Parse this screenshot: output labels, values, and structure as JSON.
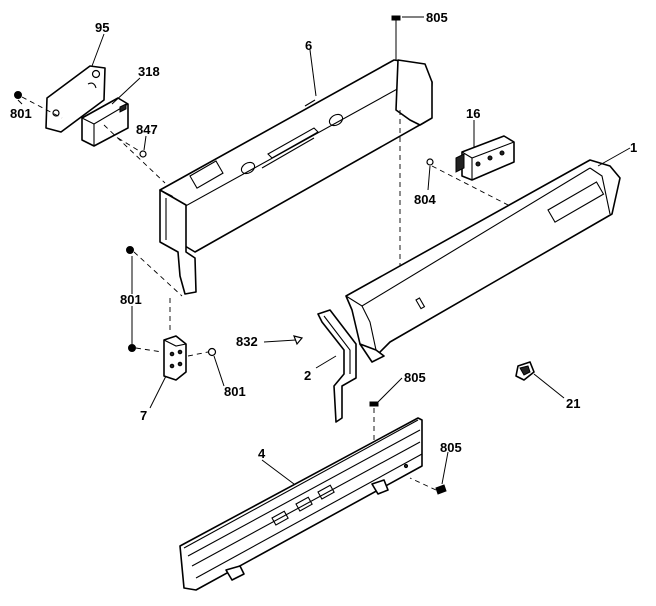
{
  "callouts": {
    "c95": "95",
    "c318": "318",
    "c801a": "801",
    "c847": "847",
    "c6": "6",
    "c805a": "805",
    "c16": "16",
    "c1": "1",
    "c804": "804",
    "c801b": "801",
    "c832": "832",
    "c2": "2",
    "c805b": "805",
    "c801c": "801",
    "c7": "7",
    "c21": "21",
    "c4": "4",
    "c805c": "805"
  }
}
